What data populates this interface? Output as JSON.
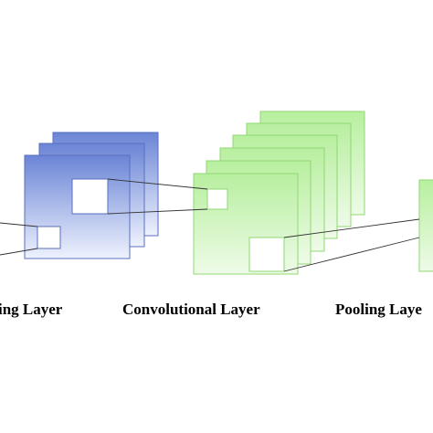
{
  "diagram": {
    "layers": [
      {
        "key": "input",
        "label": "ing Layer",
        "maps": 3,
        "fill_top": "#6b85d6",
        "fill_bottom": "#eef2fd",
        "stroke": "#5a6fc0"
      },
      {
        "key": "convolutional",
        "label": "Convolutional Layer",
        "maps": 6,
        "fill_top": "#b8ef9f",
        "fill_bottom": "#eefbe8",
        "stroke": "#8fd873"
      },
      {
        "key": "pooling",
        "label": "Pooling Laye",
        "maps": 1,
        "fill_top": "#b8ef9f",
        "fill_bottom": "#eefbe8",
        "stroke": "#8fd873"
      }
    ],
    "line_color": "#333333"
  }
}
